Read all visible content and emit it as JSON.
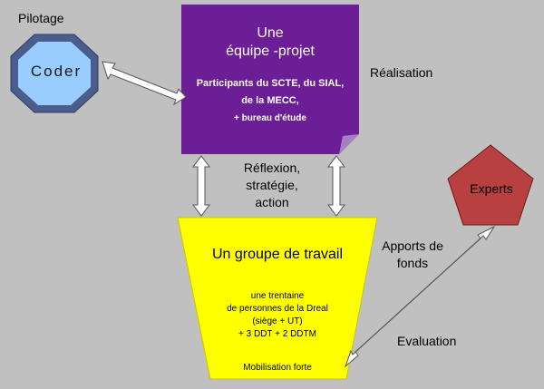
{
  "labels": {
    "pilotage": "Pilotage",
    "realisation": "Réalisation",
    "reflexion_lines": [
      "Réflexion,",
      "stratégie,",
      "action"
    ],
    "apports_lines": [
      "Apports de",
      "fonds"
    ],
    "evaluation": "Evaluation"
  },
  "coder": {
    "label": "Coder"
  },
  "experts": {
    "label": "Experts"
  },
  "team": {
    "title": "Une",
    "subtitle": "équipe -projet",
    "participants_lines": [
      "Participants du SCTE, du SIAL,",
      "de la MECC,"
    ],
    "bureau": "+ bureau d'étude"
  },
  "working_group": {
    "title": "Un groupe de travail",
    "lines": [
      "une trentaine",
      "de personnes de la Dreal",
      "(siège + UT)",
      "+ 3 DDT + 2 DDTM"
    ],
    "mobilisation": "Mobilisation forte"
  },
  "colors": {
    "background": "#c0c0c0",
    "coder_fill": "#99ccff",
    "coder_border": "#4a5d8c",
    "team_fill": "#6b1e96",
    "working_group_fill": "#ffff00",
    "experts_fill": "#b84040",
    "arrow_fill": "#ffffff"
  }
}
